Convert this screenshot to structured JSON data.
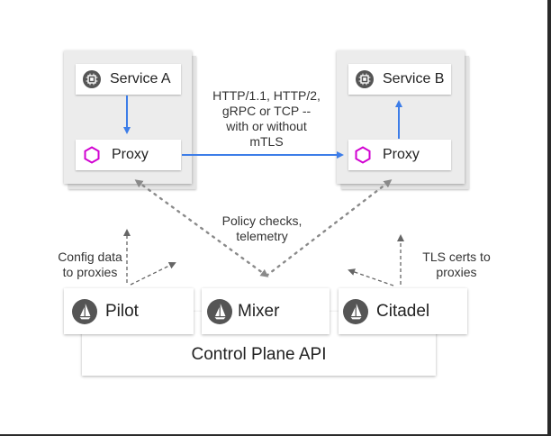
{
  "service_a": {
    "label": "Service A",
    "icon": "chip-icon"
  },
  "service_b": {
    "label": "Service B",
    "icon": "chip-icon"
  },
  "proxy_a": {
    "label": "Proxy",
    "icon": "hexagon-icon"
  },
  "proxy_b": {
    "label": "Proxy",
    "icon": "hexagon-icon"
  },
  "link_label": [
    "HTTP/1.1, HTTP/2,",
    "gRPC or TCP --",
    "with or without",
    "mTLS"
  ],
  "policy_label": [
    "Policy checks,",
    "telemetry"
  ],
  "config_label": [
    "Config data",
    "to proxies"
  ],
  "tls_label": [
    "TLS certs to",
    "proxies"
  ],
  "control_plane": {
    "api_label": "Control Plane API",
    "components": [
      {
        "label": "Pilot",
        "icon": "istio-sail-icon"
      },
      {
        "label": "Mixer",
        "icon": "istio-sail-icon"
      },
      {
        "label": "Citadel",
        "icon": "istio-sail-icon"
      }
    ]
  },
  "colors": {
    "arrow_blue": "#3d7de8",
    "hexagon": "#d100d1",
    "dotted": "#8a8a8a",
    "dashed": "#666666",
    "icon_dark": "#555555"
  }
}
